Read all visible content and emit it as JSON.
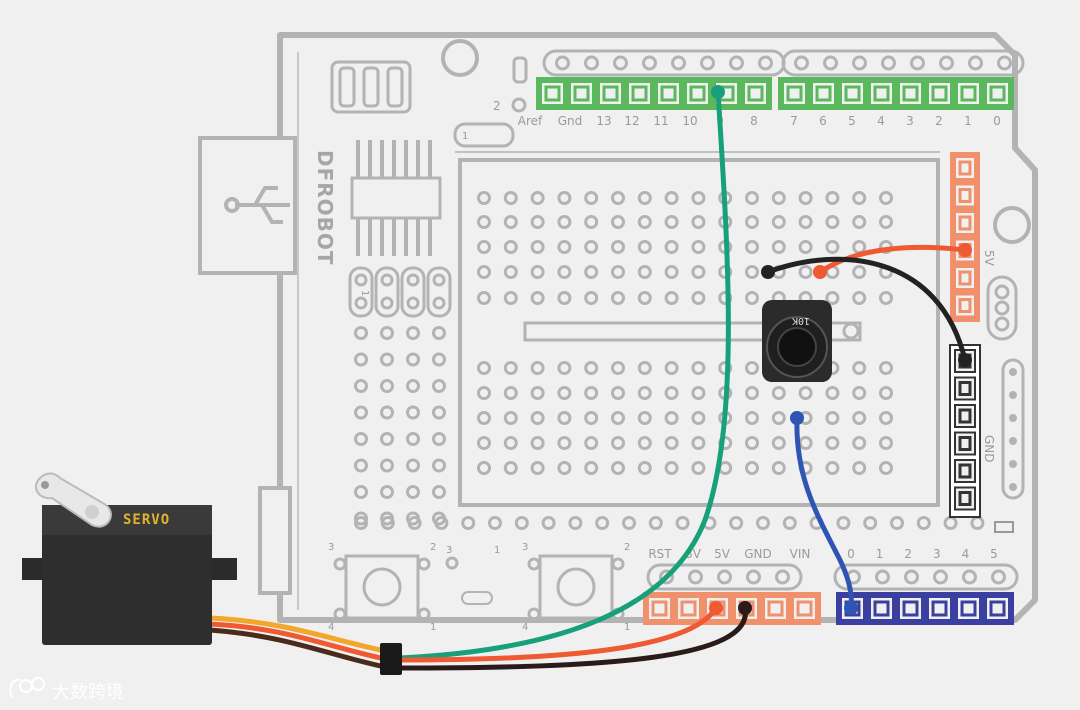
{
  "board": {
    "brand": "DFROBOT",
    "digital_pins_left": [
      "Aref",
      "Gnd",
      "13",
      "12",
      "11",
      "10",
      "9",
      "8"
    ],
    "digital_pins_right": [
      "7",
      "6",
      "5",
      "4",
      "3",
      "2",
      "1",
      "0"
    ],
    "power_pins": [
      "RST",
      "3V",
      "5V",
      "GND",
      "VIN"
    ],
    "analog_pins": [
      "0",
      "1",
      "2",
      "3",
      "4",
      "5"
    ],
    "rail_5v": "5V",
    "rail_gnd": "GND",
    "marker_2": "2",
    "marker_1a": "1",
    "marker_1b": "1",
    "button_left_pins": [
      "3",
      "2",
      "4",
      "1"
    ],
    "button_right_pins": [
      "3",
      "2",
      "4",
      "1"
    ],
    "mid_pins": [
      "3",
      "1"
    ]
  },
  "servo": {
    "label": "SERVO"
  },
  "potentiometer": {
    "label": "10K"
  },
  "watermark": {
    "text": "大数跨境"
  },
  "colors": {
    "background": "#f0f0f0",
    "board_outline": "#b3b3b3",
    "header_green": "#5cb85c",
    "header_orange": "#f0916b",
    "header_blue": "#3a3fa0",
    "wire_green": "#17a07a",
    "wire_red": "#ef5a33",
    "wire_black": "#222222",
    "wire_blue": "#2e55b3",
    "wire_yellow": "#f2a62a"
  }
}
